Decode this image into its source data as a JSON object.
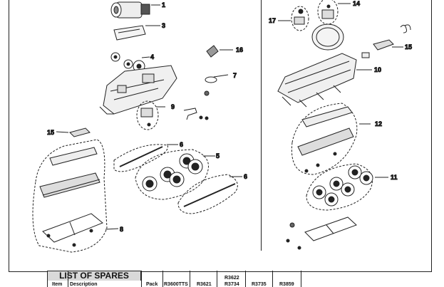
{
  "callouts": {
    "c1": "1",
    "c3": "3",
    "c4": "4",
    "c5": "5",
    "c6a": "6",
    "c6b": "6",
    "c7": "7",
    "c8": "8",
    "c9": "9",
    "c15a": "15",
    "c16": "16",
    "c14": "14",
    "c17": "17",
    "c15b": "15",
    "c10": "10",
    "c12": "12",
    "c11": "11"
  },
  "table": {
    "title": "LIST OF SPARES",
    "item_header": "Item",
    "description_header": "Description",
    "pack_header": "Pack",
    "codes": [
      "R3600TTS",
      "R3621",
      "R3622",
      "R3734",
      "R3735",
      "R3859"
    ]
  }
}
